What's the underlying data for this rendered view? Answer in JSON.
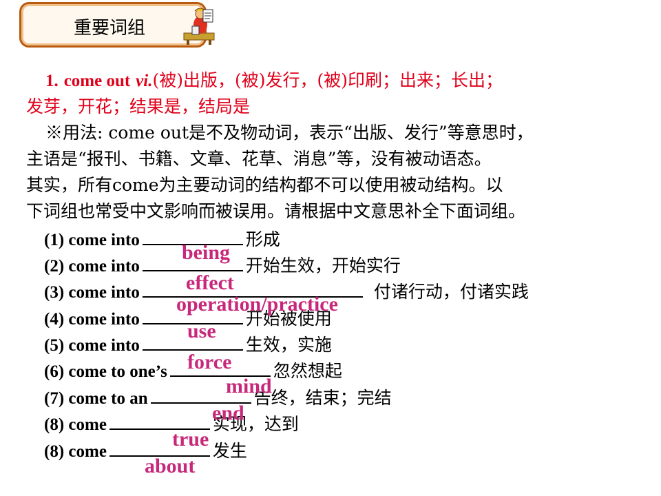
{
  "header": {
    "title": "重要词组"
  },
  "intro": {
    "num": "1.",
    "phrase": "come out",
    "pos": "vi.",
    "meaning_line1": "(被)出版，(被)发行，(被)印刷；出来；长出；",
    "meaning_line2": "发芽，开花；结果是，结局是"
  },
  "usage": {
    "line1": "※用法: come out是不及物动词，表示“出版、发行”等意思时，",
    "line2": "主语是“报刊、书籍、文章、花草、消息”等，没有被动语态。",
    "line3": "其实，所有come为主要动词的结构都不可以使用被动结构。以",
    "line4": "下词组也常受中文影响而被误用。请根据中文意思补全下面词组。"
  },
  "exercises": [
    {
      "prefix": "(1) come into",
      "meaning": "形成",
      "answer": "being"
    },
    {
      "prefix": "(2) come into",
      "meaning": "开始生效，开始实行",
      "answer": "effect"
    },
    {
      "prefix": "(3) come into",
      "meaning": "付诸行动，付诸实践",
      "answer": "operation/practice"
    },
    {
      "prefix": "(4) come into",
      "meaning": "开始被使用",
      "answer": "use"
    },
    {
      "prefix": "(5) come into",
      "meaning": "生效，实施",
      "answer": "force"
    },
    {
      "prefix": "(6) come to one’s",
      "meaning": "忽然想起",
      "answer": "mind"
    },
    {
      "prefix": "(7) come to an",
      "meaning": "告终，结束；完结",
      "answer": "end"
    },
    {
      "prefix": "(8) come",
      "meaning": "实现，达到",
      "answer": "true"
    },
    {
      "prefix": "(8) come",
      "meaning": "发生",
      "answer": "about"
    }
  ]
}
